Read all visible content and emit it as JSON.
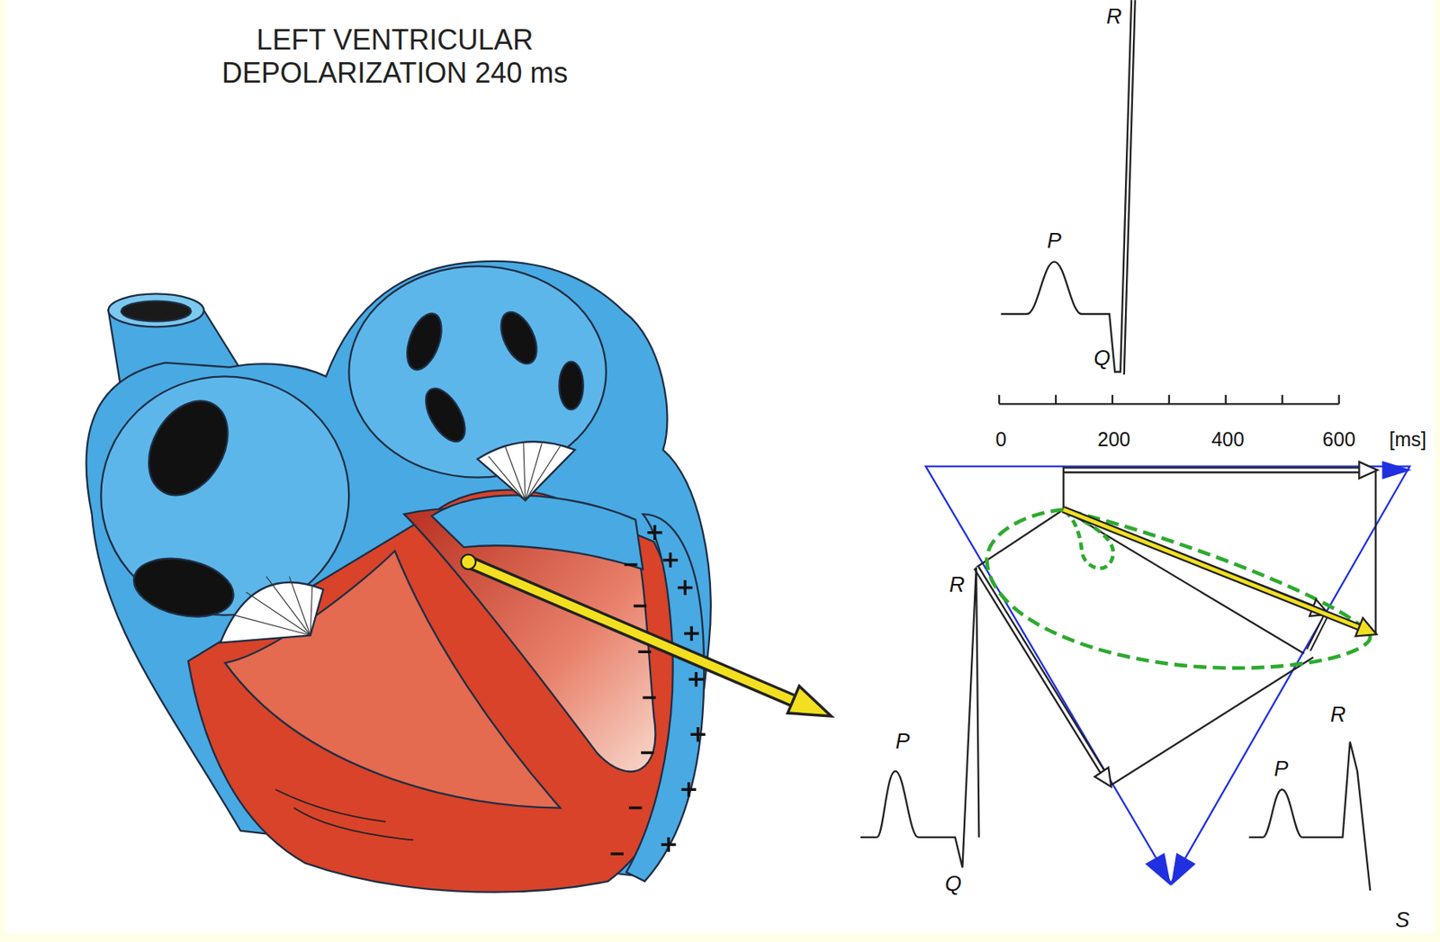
{
  "diagram": {
    "title": "LEFT VENTRICULAR DEPOLARIZATION 240 ms",
    "labels": [
      "R",
      "P",
      "Q",
      "0",
      "200",
      "400",
      "600",
      "[ms]",
      "R",
      "P",
      "Q",
      "R",
      "P",
      "S"
    ]
  }
}
